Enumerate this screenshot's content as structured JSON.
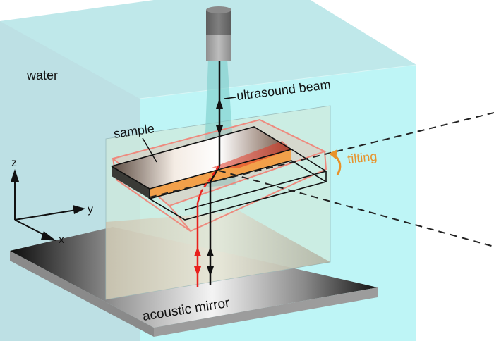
{
  "labels": {
    "water": "water",
    "ultrasound_beam": "ultrasound beam",
    "sample": "sample",
    "tilting": "tilting",
    "acoustic_mirror": "acoustic mirror",
    "axis_z": "z",
    "axis_y": "y",
    "axis_x": "x"
  },
  "colors": {
    "water_top": "#bfe8ea",
    "water_left": "#bde0e4",
    "water_front": "#bef5f6",
    "beam": "#7fcfcc",
    "transducer_dark": "#6e6e6e",
    "transducer_light": "#a9a9a9",
    "sample_orange": "#f2a04a",
    "reflected_path": "#e8201c",
    "tilted_outline": "#ee8a7e",
    "tilting_label": "#e8922a"
  }
}
